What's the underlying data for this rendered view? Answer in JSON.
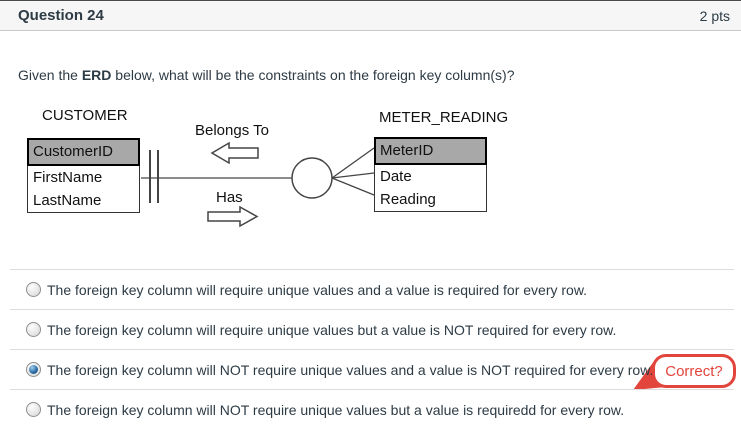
{
  "header": {
    "title": "Question 24",
    "points": "2 pts"
  },
  "question": {
    "prefix": "Given the ",
    "bold": "ERD",
    "suffix": " below, what will be the constraints on the foreign key column(s)?"
  },
  "erd": {
    "customer": {
      "title": "CUSTOMER",
      "primary_key": "CustomerID",
      "fields": [
        "FirstName",
        "LastName"
      ]
    },
    "meter_reading": {
      "title": "METER_READING",
      "primary_key": "MeterID",
      "fields": [
        "Date",
        "Reading"
      ]
    },
    "relationship": {
      "label_top": "Belongs To",
      "label_bottom": "Has"
    }
  },
  "options": [
    {
      "label": "The foreign key column will require unique values and a value is required for every row.",
      "selected": false
    },
    {
      "label": "The foreign key column will require unique values but a value is NOT required for every row.",
      "selected": false
    },
    {
      "label": "The foreign key column will NOT require unique values and a value is NOT required for every row.",
      "selected": true
    },
    {
      "label": "The foreign key column will NOT require unique values but a value is requiredd for every row.",
      "selected": false
    }
  ],
  "annotation": {
    "text": "Correct?",
    "color": "#e2453c"
  },
  "colors": {
    "accent_red": "#e2453c",
    "erd_header_gray": "#a8a8a8",
    "text": "#2d3b45"
  }
}
